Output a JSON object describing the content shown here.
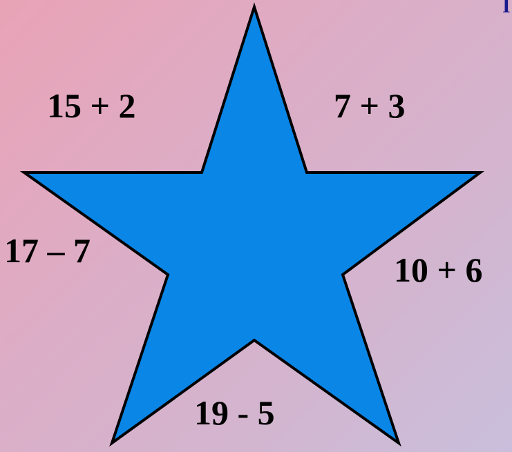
{
  "colors": {
    "star_fill": "#0a86e6",
    "star_stroke": "#000000",
    "text": "#000000",
    "corner_glyph": "#1a1a8c"
  },
  "star": {
    "icon": "star-icon"
  },
  "expressions": {
    "top_left": "15 + 2",
    "top_right": "7 + 3",
    "left": "17 – 7",
    "right": "10 + 6",
    "bottom": "19 - 5"
  },
  "corner_glyph": "I"
}
